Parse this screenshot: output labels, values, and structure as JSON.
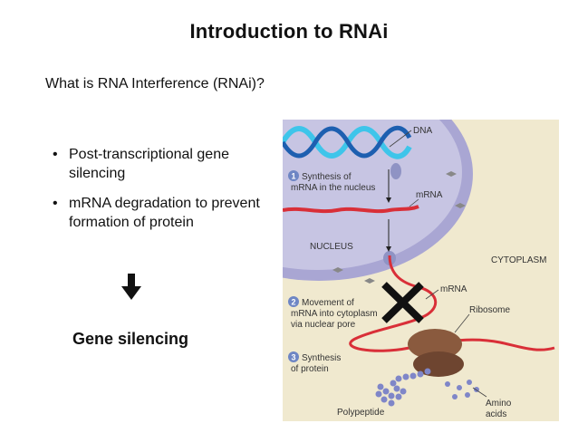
{
  "slide": {
    "title": "Introduction to RNAi",
    "question": "What is RNA Interference (RNAi)?",
    "bullets": [
      {
        "dot": "•",
        "line1": "Post-transcriptional gene",
        "line2": "silencing"
      },
      {
        "dot": "•",
        "line1": "mRNA degradation to prevent",
        "line2": "formation of protein"
      }
    ],
    "result": "Gene silencing"
  },
  "figure": {
    "labels": {
      "dna": "DNA",
      "step1_num": "1",
      "step1_l1": "Synthesis of",
      "step1_l2": "mRNA in the nucleus",
      "mrna_top": "mRNA",
      "nucleus": "NUCLEUS",
      "cytoplasm": "CYTOPLASM",
      "mrna_mid": "mRNA",
      "step2_num": "2",
      "step2_l1": "Movement of",
      "step2_l2": "mRNA into cytoplasm",
      "step2_l3": "via nuclear pore",
      "ribosome": "Ribosome",
      "step3_num": "3",
      "step3_l1": "Synthesis",
      "step3_l2": "of protein",
      "amino_l1": "Amino",
      "amino_l2": "acids",
      "polypeptide": "Polypeptide"
    },
    "colors": {
      "nucleus": "#b8b6da",
      "cytoplasm": "#f0e9cf",
      "dna": "#3ec5ea",
      "mrna": "#d92f38",
      "ribosome": "#8a5a3e",
      "amino": "#7f86c8",
      "step_badge": "#6e86c4"
    }
  }
}
